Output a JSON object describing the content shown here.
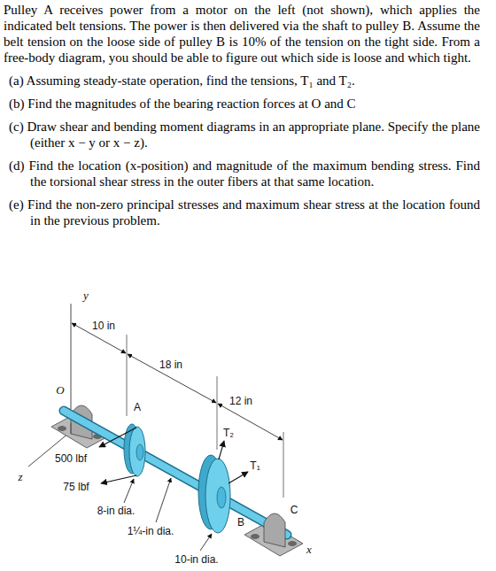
{
  "diagram": {
    "labels": [
      "Pulley A receives power from a motor on the left (not shown), which applies the indicated belt tensions. The power is then delivered via the shaft to pulley B. Assume the belt tension on the loose side of pulley B is 10% of the tension on the tight side. From a free-body diagram, you should be able to figure out which side is loose and which tight.",
      "(a) Assuming steady-state operation, find the tensions, T₁ and T₂.",
      "(b) Find the magnitudes of the bearing reaction forces at O and C",
      "(c) Draw shear and bending moment diagrams in an appropriate plane. Specify the plane (either x − y or x − z).",
      "(d) Find the location (x-position) and magnitude of the maximum bending stress. Find the torsional shear stress in the outer fibers at that same location.",
      "(e) Find the non-zero principal stresses and maximum shear stress at the location found in the previous problem.",
      "y",
      "10 in",
      "O",
      "18 in",
      "A",
      "12 in",
      "T₂",
      "z",
      "500 lbf",
      "T₁",
      "75 lbf",
      "C",
      "8-in dia.",
      "B",
      "1¼-in dia.",
      "10-in dia.",
      "x"
    ]
  }
}
